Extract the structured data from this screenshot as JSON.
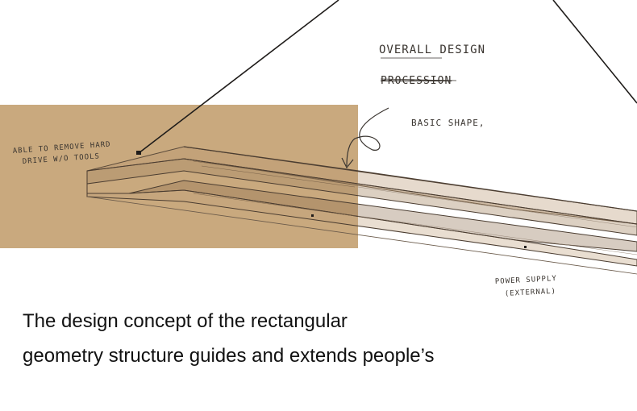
{
  "panel": {
    "tan_color": "#c9a97e",
    "ink_color": "#2e2a26"
  },
  "notes": {
    "title_line1": "OVERALL DESIGN",
    "title_line2": "PROCESSION",
    "basic_shape": "BASIC SHAPE,",
    "remove_line1": "ABLE TO REMOVE HARD",
    "remove_line2": "DRIVE W/O TOOLS",
    "power_line1": "POWER SUPPLY",
    "power_line2": "(EXTERNAL)"
  },
  "caption": {
    "line1": "The design concept of the rectangular",
    "line2": "geometry structure guides and extends people’s"
  }
}
